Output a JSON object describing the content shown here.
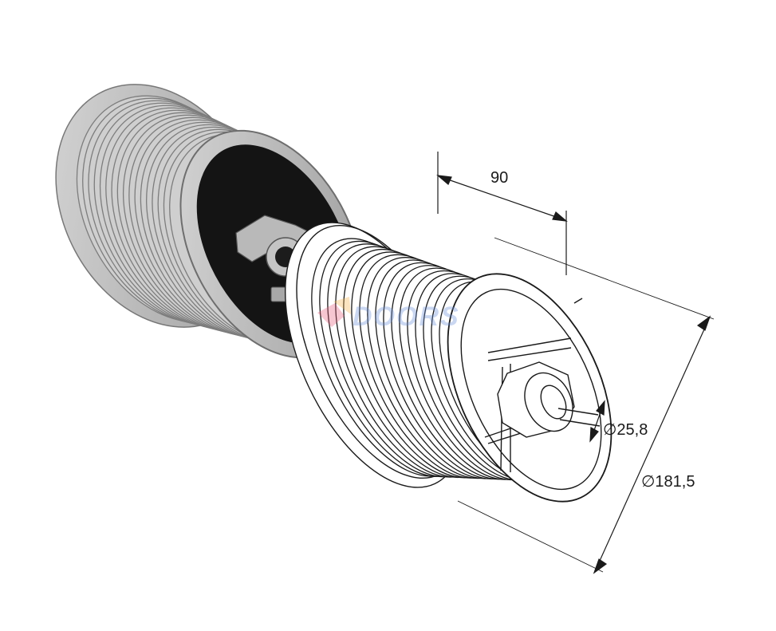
{
  "dimensions": {
    "length": "90",
    "bore_diameter": "∅25,8",
    "outer_diameter": "∅181,5"
  },
  "watermark": {
    "text": "DOORS",
    "color": "#6a8fd8"
  },
  "colors": {
    "drum_silver": "#c9c9c9",
    "drum_dark": "#8a8a8a",
    "drum_inner": "#151515",
    "line": "#1a1a1a"
  }
}
